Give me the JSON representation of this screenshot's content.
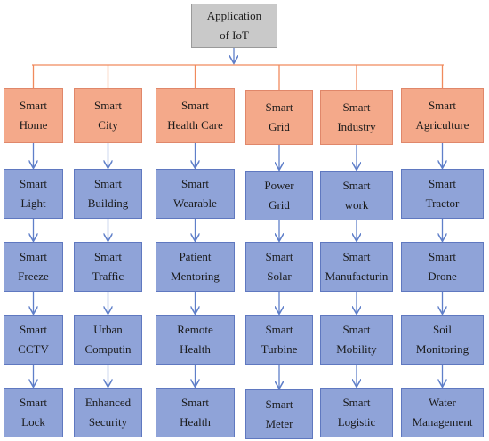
{
  "root": {
    "label": "Application\nof IoT"
  },
  "columns": [
    {
      "category": "Smart\nHome",
      "items": [
        "Smart\nLight",
        "Smart\nFreeze",
        "Smart\nCCTV",
        "Smart\nLock"
      ]
    },
    {
      "category": "Smart\nCity",
      "items": [
        "Smart\nBuilding",
        "Smart\nTraffic",
        "Urban\nComputin",
        "Enhanced\nSecurity"
      ]
    },
    {
      "category": "Smart\nHealth Care",
      "items": [
        "Smart\nWearable",
        "Patient\nMentoring",
        "Remote\nHealth",
        "Smart\nHealth"
      ]
    },
    {
      "category": "Smart\nGrid",
      "items": [
        "Power\nGrid",
        "Smart\nSolar",
        "Smart\nTurbine",
        "Smart\nMeter"
      ]
    },
    {
      "category": "Smart\nIndustry",
      "items": [
        "Smart\nwork",
        "Smart\nManufacturin",
        "Smart\nMobility",
        "Smart\nLogistic"
      ]
    },
    {
      "category": "Smart\nAgriculture",
      "items": [
        "Smart\nTractor",
        "Smart\nDrone",
        "Soil\nMonitoring",
        "Water\nManagement"
      ]
    }
  ],
  "colors": {
    "root_fill": "#c9c9c9",
    "category_fill": "#f4a98a",
    "item_fill": "#8fa3d8",
    "tree_connector": "#f08a5d",
    "arrow": "#5f7fc9"
  }
}
